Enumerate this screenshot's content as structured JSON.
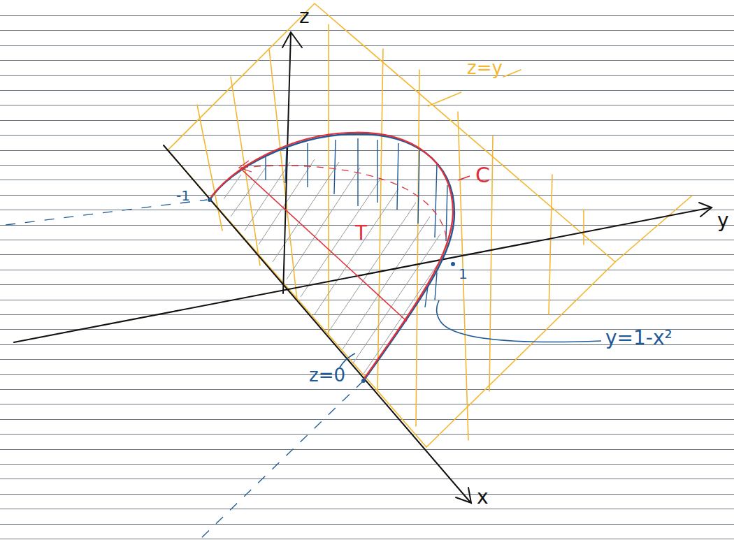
{
  "diagram": {
    "labels": [
      "z",
      "y",
      "x",
      "z=y",
      "C",
      "T",
      "-1",
      "1",
      "y=1-x²",
      "z=0"
    ]
  }
}
